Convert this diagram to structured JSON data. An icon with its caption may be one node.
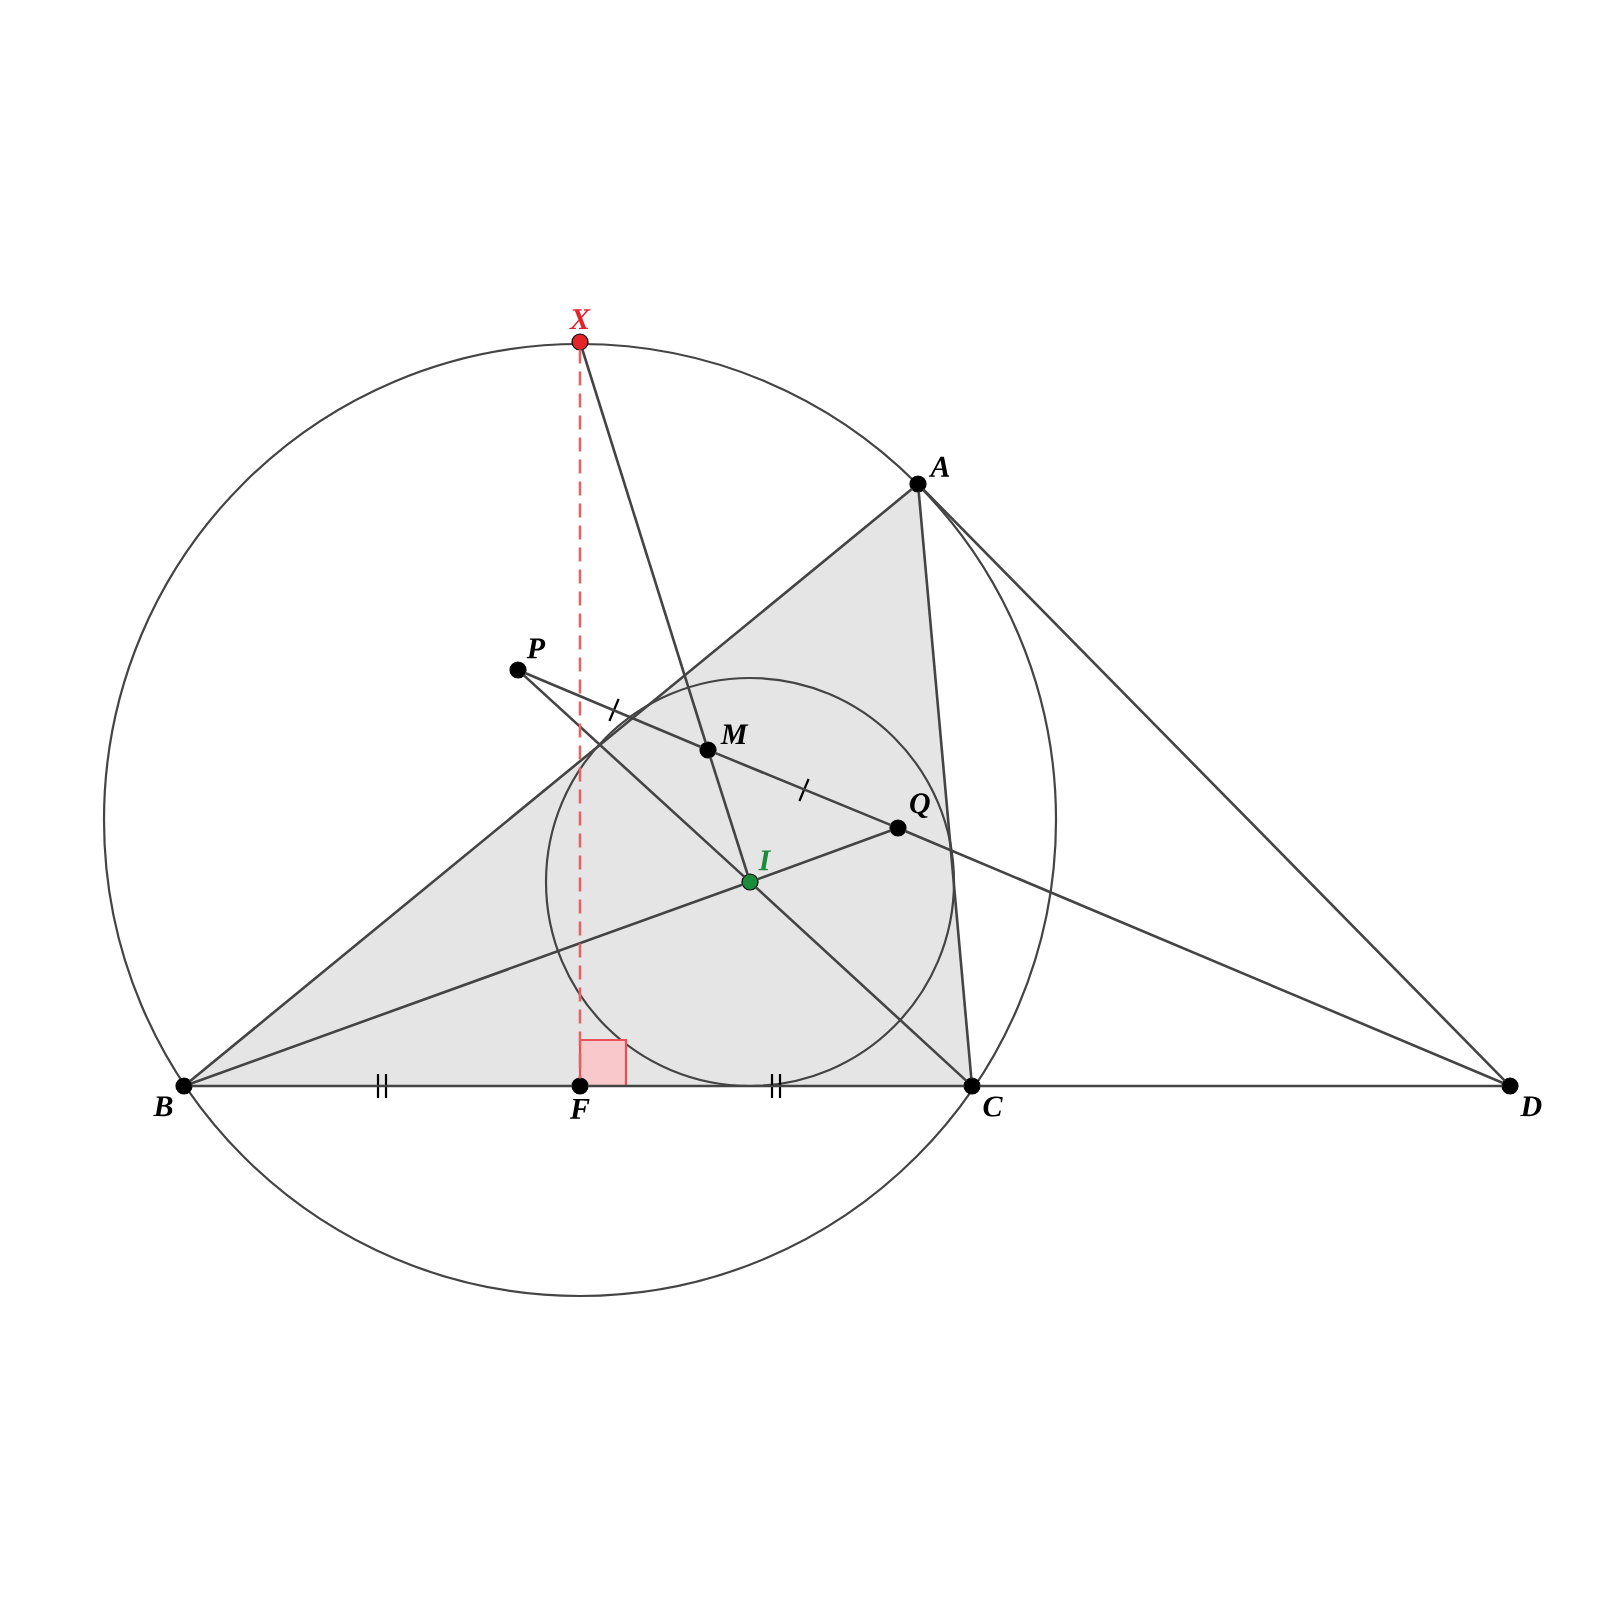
{
  "diagram": {
    "nodes": [
      {
        "text": [
          "X"
        ]
      },
      {
        "text": [
          "A"
        ]
      },
      {
        "text": [
          "P"
        ]
      },
      {
        "text": [
          "M"
        ]
      },
      {
        "text": [
          "Q"
        ]
      },
      {
        "text": [
          "I"
        ]
      },
      {
        "text": [
          "B"
        ]
      },
      {
        "text": [
          "F"
        ]
      },
      {
        "text": [
          "C"
        ]
      },
      {
        "text": [
          "D"
        ]
      }
    ],
    "edges": [
      {
        "from": 6,
        "to": 1,
        "arrow": "none"
      },
      {
        "from": 1,
        "to": 8,
        "arrow": "none"
      },
      {
        "from": 6,
        "to": 7,
        "arrow": "none"
      },
      {
        "from": 7,
        "to": 8,
        "arrow": "none"
      },
      {
        "from": 8,
        "to": 9,
        "arrow": "none"
      },
      {
        "from": 1,
        "to": 9,
        "arrow": "none"
      },
      {
        "from": 0,
        "to": 3,
        "arrow": "none"
      },
      {
        "from": 3,
        "to": 5,
        "arrow": "none"
      },
      {
        "from": 2,
        "to": 3,
        "arrow": "none"
      },
      {
        "from": 3,
        "to": 4,
        "arrow": "none"
      },
      {
        "from": 4,
        "to": 9,
        "arrow": "none"
      },
      {
        "from": 2,
        "to": 5,
        "arrow": "none"
      },
      {
        "from": 5,
        "to": 8,
        "arrow": "none"
      },
      {
        "from": 6,
        "to": 5,
        "arrow": "none"
      },
      {
        "from": 5,
        "to": 4,
        "arrow": "none"
      },
      {
        "from": 0,
        "to": 7,
        "arrow": "none",
        "style": "dashed",
        "color": "#e06666"
      }
    ]
  }
}
